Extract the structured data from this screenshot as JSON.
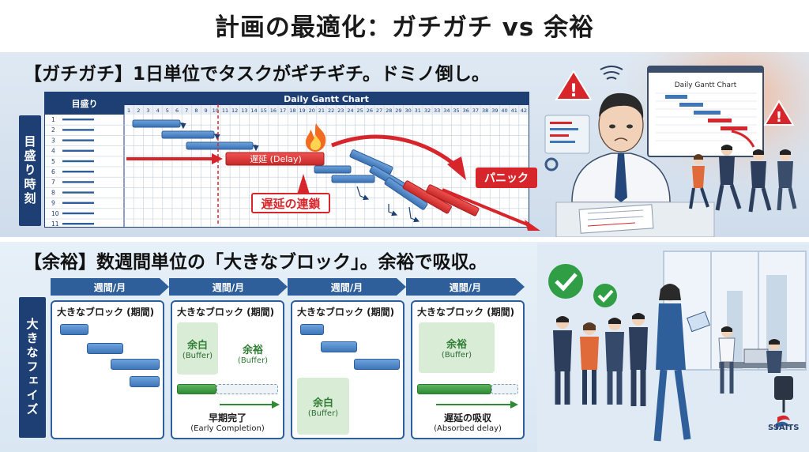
{
  "title": "計画の最適化：ガチガチ vs 余裕",
  "top": {
    "heading": "【ガチガチ】1日単位でタスクがギチギチ。ドミノ倒し。",
    "vertical_label": "目盛り時刻",
    "gantt": {
      "left_header": "目盛り",
      "chart_title": "Daily Gantt Chart",
      "day_numbers": [
        "1",
        "2",
        "3",
        "4",
        "5",
        "6",
        "7",
        "8",
        "9",
        "10",
        "11",
        "12",
        "13",
        "14",
        "15",
        "16",
        "17",
        "18",
        "19",
        "20",
        "21",
        "22",
        "23",
        "24",
        "25",
        "26",
        "27",
        "28",
        "29",
        "30",
        "31",
        "32",
        "33",
        "34",
        "35",
        "36",
        "37",
        "38",
        "39",
        "40",
        "41",
        "42"
      ],
      "row_numbers": [
        "1",
        "2",
        "3",
        "4",
        "5",
        "6",
        "7",
        "8",
        "9",
        "10",
        "11"
      ],
      "delay_label": "遅延 (Delay)",
      "chain_label": "遅延の連鎖",
      "panic_label": "パニック"
    },
    "monitor_title": "Daily Gantt Chart"
  },
  "bottom": {
    "heading": "【余裕】数週間単位の「大きなブロック」。余裕で吸収。",
    "vertical_label": "大きなフェイズ",
    "week_label": "週間/月",
    "weeks": [
      {
        "title": "大きなブロック (期間)"
      },
      {
        "title": "大きなブロック (期間)",
        "buffer1": "余白",
        "buffer1_sub": "(Buffer)",
        "buffer2": "余裕",
        "buffer2_sub": "(Buffer)",
        "caption": "早期完了",
        "caption_sub": "(Early Completion)"
      },
      {
        "title": "大きなブロック (期間)",
        "buffer": "余白",
        "buffer_sub": "(Buffer)"
      },
      {
        "title": "大きなブロック (期間)",
        "buffer": "余裕",
        "buffer_sub": "(Buffer)",
        "caption": "遅延の吸収",
        "caption_sub": "(Absorbed delay)"
      }
    ]
  },
  "logo": "SSAITS",
  "colors": {
    "navy": "#1d3f74",
    "blue": "#3f76b8",
    "red": "#d7262b",
    "green": "#2f8a35"
  }
}
